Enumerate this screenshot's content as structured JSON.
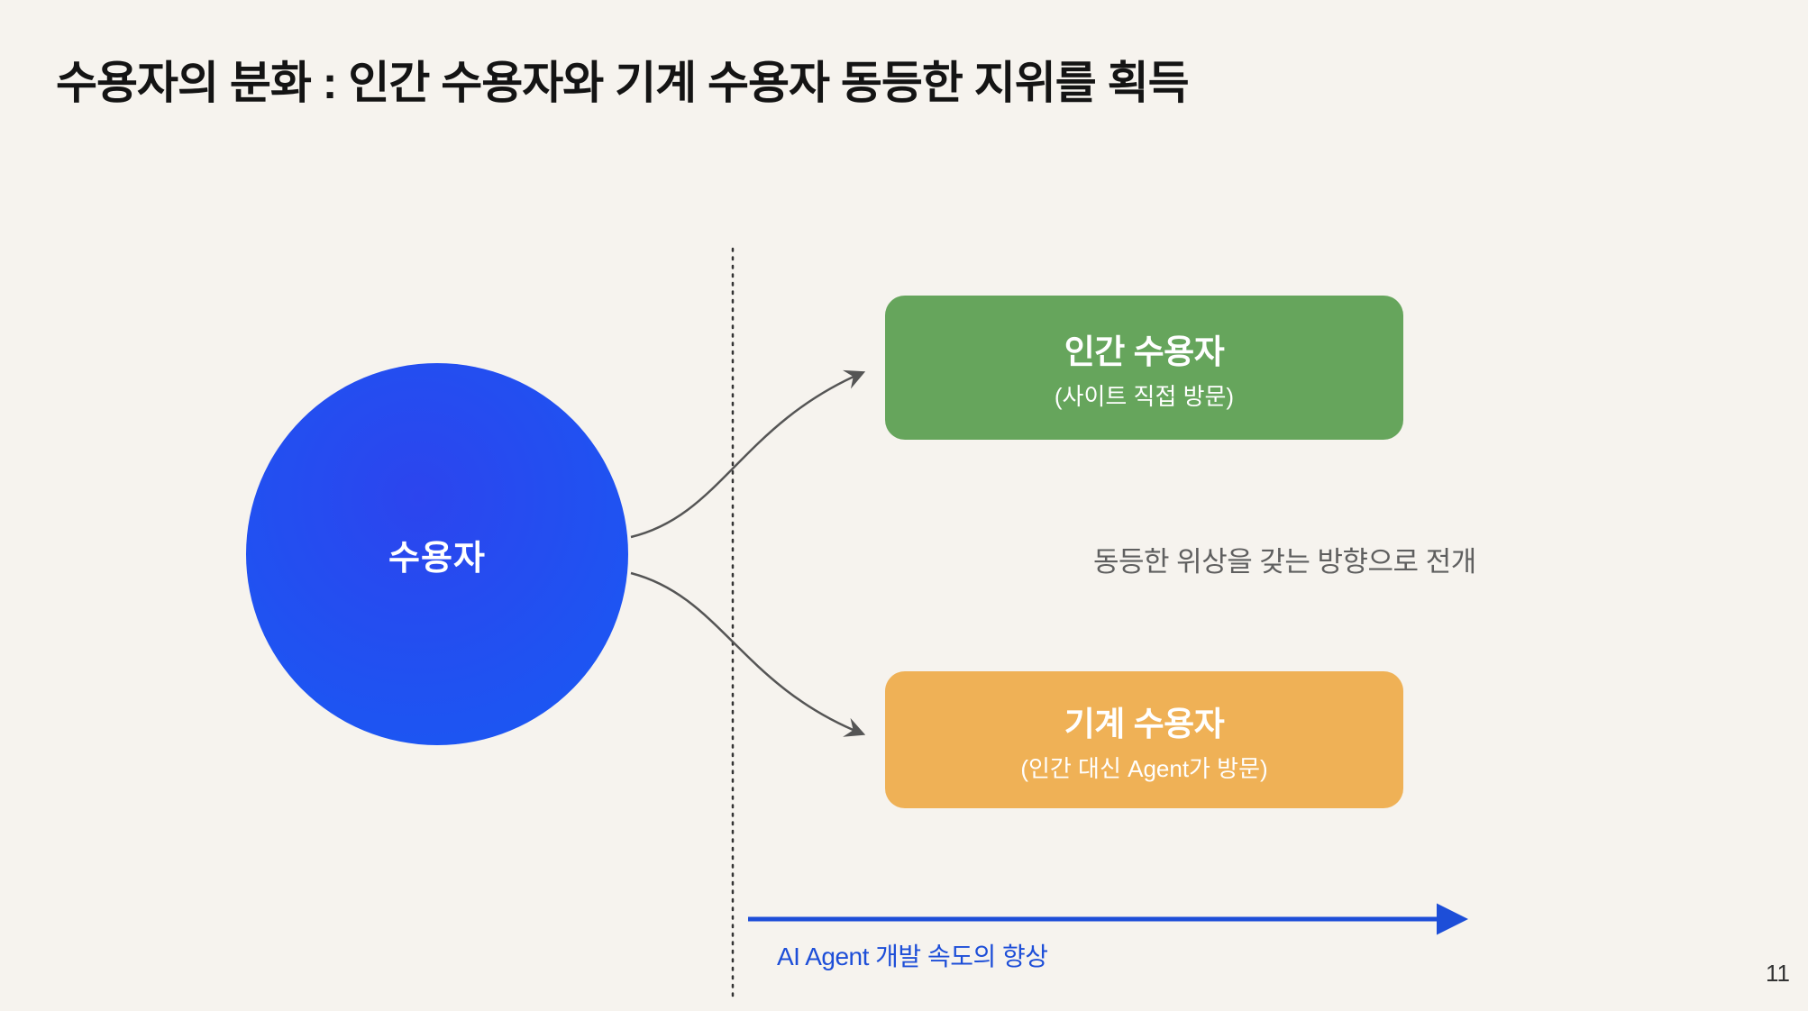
{
  "slide": {
    "title": "수용자의 분화 : 인간 수용자와 기계 수용자 동등한 지위를 획득",
    "page_number": "11"
  },
  "diagram": {
    "source_node": {
      "label": "수용자"
    },
    "human_box": {
      "title": "인간 수용자",
      "subtitle": "(사이트 직접 방문)"
    },
    "machine_box": {
      "title": "기계 수용자",
      "subtitle": "(인간 대신 Agent가 방문)"
    },
    "middle_note": "동등한 위상을 갖는 방향으로 전개",
    "axis_label": "AI Agent 개발 속도의 향상",
    "colors": {
      "background": "#f6f3ee",
      "circle_top": "#2c45ee",
      "circle_bottom": "#1d55f2",
      "human_box": "#66a55c",
      "machine_box": "#efb156",
      "axis_arrow": "#1d4ed8",
      "connector": "#555555",
      "title_color": "#141414",
      "note_color": "#5f5f5f"
    }
  }
}
